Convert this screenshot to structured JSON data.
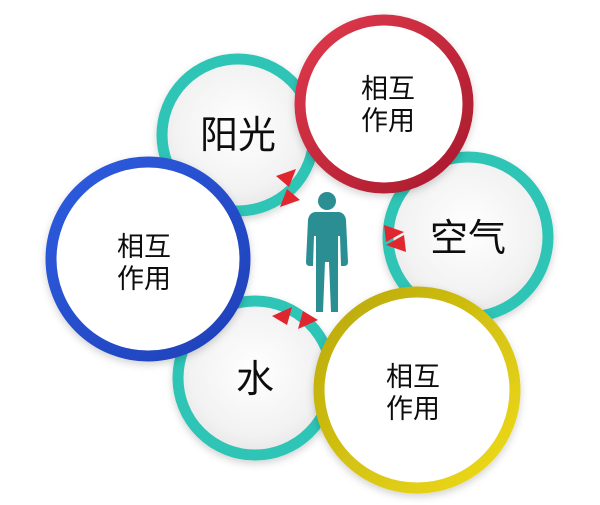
{
  "nodes": {
    "sunlight": "阳光",
    "air": "空气",
    "water": "水"
  },
  "interactions": {
    "red": [
      "相互",
      "作用"
    ],
    "blue": [
      "相互",
      "作用"
    ],
    "yellow": [
      "相互",
      "作用"
    ]
  },
  "colors": {
    "teal": "#2ec4b6",
    "red": "#c8243b",
    "blue": "#2a4fd2",
    "yellow": "#e0c90b",
    "human": "#2b8e92",
    "arrow": "#e0262e",
    "connector": "#7fded4",
    "disk": "#f1f1f1"
  }
}
